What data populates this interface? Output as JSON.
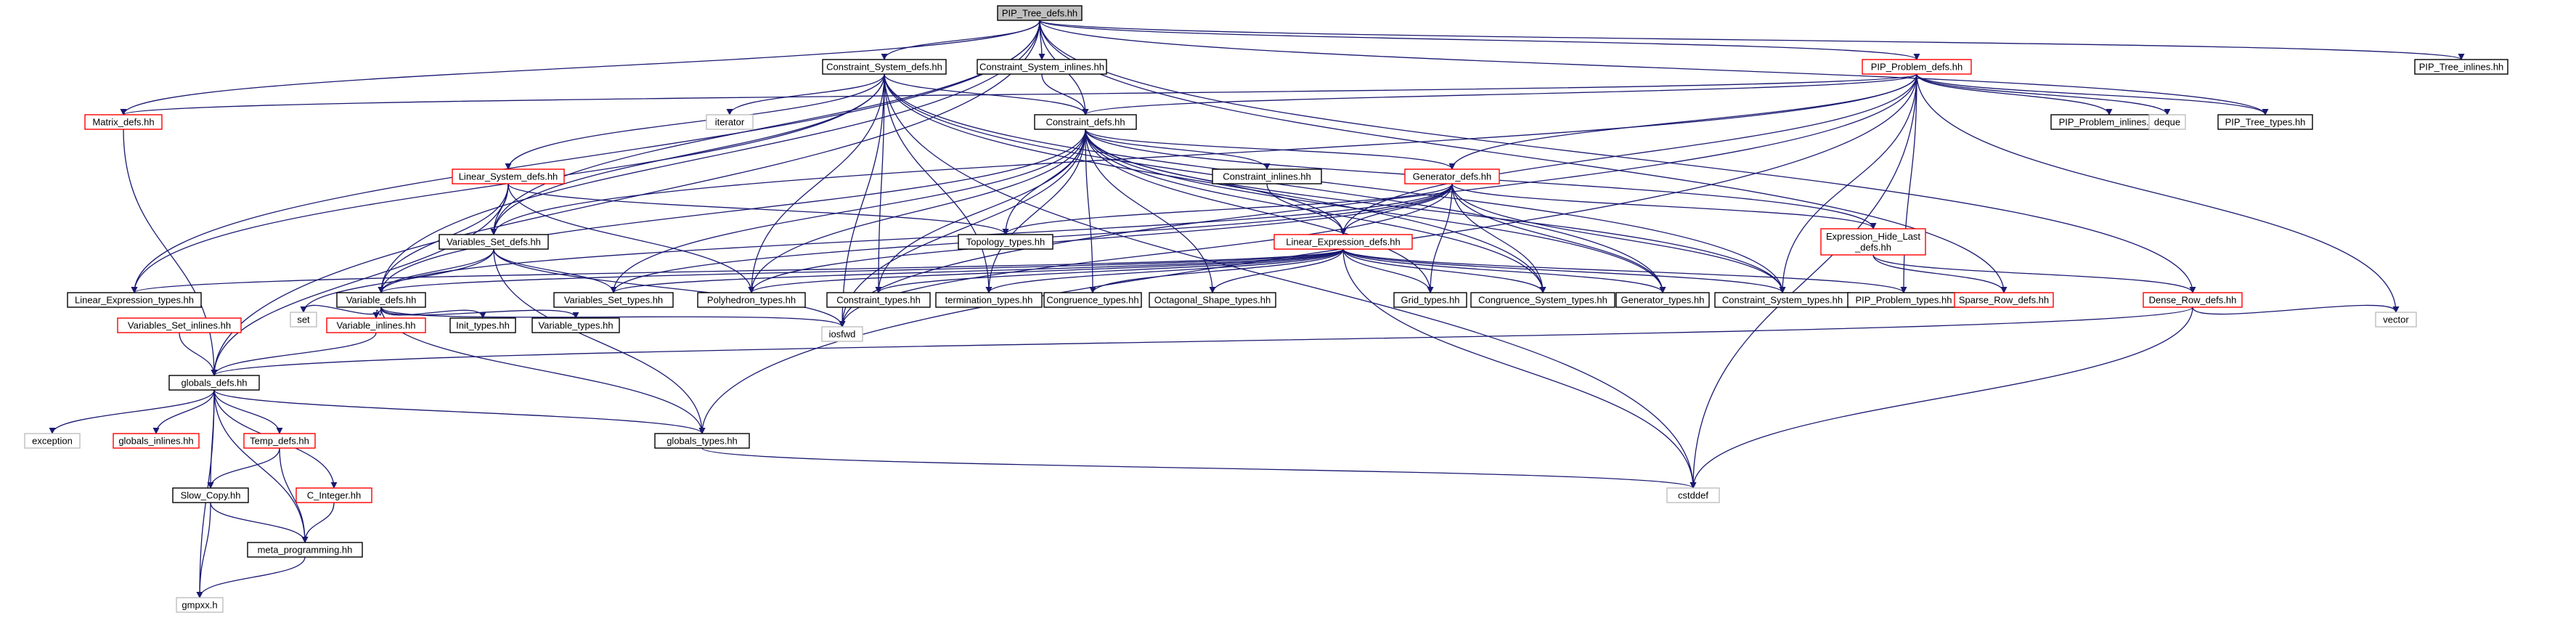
{
  "colors": {
    "edge": "#191970",
    "default_border": "#000000",
    "red_border": "#ff0000",
    "grey_border": "#bfbfbf",
    "root_fill": "#bfbfbf",
    "node_fill": "#ffffff"
  },
  "nodes": [
    {
      "id": "pip_tree_defs",
      "label": "PIP_Tree_defs.hh",
      "style": "root"
    },
    {
      "id": "constraint_system_defs",
      "label": "Constraint_System_defs.hh",
      "style": "default"
    },
    {
      "id": "constraint_system_inlines",
      "label": "Constraint_System_inlines.hh",
      "style": "default"
    },
    {
      "id": "pip_problem_defs",
      "label": "PIP_Problem_defs.hh",
      "style": "red"
    },
    {
      "id": "pip_tree_inlines",
      "label": "PIP_Tree_inlines.hh",
      "style": "default"
    },
    {
      "id": "matrix_defs",
      "label": "Matrix_defs.hh",
      "style": "red"
    },
    {
      "id": "iterator",
      "label": "iterator",
      "style": "grey"
    },
    {
      "id": "constraint_defs",
      "label": "Constraint_defs.hh",
      "style": "default"
    },
    {
      "id": "pip_problem_inlines",
      "label": "PIP_Problem_inlines.hh",
      "style": "default"
    },
    {
      "id": "deque",
      "label": "deque",
      "style": "grey"
    },
    {
      "id": "pip_tree_types",
      "label": "PIP_Tree_types.hh",
      "style": "default"
    },
    {
      "id": "linear_system_defs",
      "label": "Linear_System_defs.hh",
      "style": "red"
    },
    {
      "id": "constraint_inlines",
      "label": "Constraint_inlines.hh",
      "style": "default"
    },
    {
      "id": "generator_defs",
      "label": "Generator_defs.hh",
      "style": "red"
    },
    {
      "id": "topology_types",
      "label": "Topology_types.hh",
      "style": "default"
    },
    {
      "id": "variables_set_defs",
      "label": "Variables_Set_defs.hh",
      "style": "default"
    },
    {
      "id": "expression_hide_last_defs",
      "label": "Expression_Hide_Last\n_defs.hh",
      "style": "red"
    },
    {
      "id": "linear_expression_defs",
      "label": "Linear_Expression_defs.hh",
      "style": "red"
    },
    {
      "id": "linear_expression_types",
      "label": "Linear_Expression_types.hh",
      "style": "default"
    },
    {
      "id": "variable_defs",
      "label": "Variable_defs.hh",
      "style": "default"
    },
    {
      "id": "variables_set_types",
      "label": "Variables_Set_types.hh",
      "style": "default"
    },
    {
      "id": "polyhedron_types",
      "label": "Polyhedron_types.hh",
      "style": "default"
    },
    {
      "id": "constraint_types",
      "label": "Constraint_types.hh",
      "style": "default"
    },
    {
      "id": "termination_types",
      "label": "termination_types.hh",
      "style": "default"
    },
    {
      "id": "congruence_types",
      "label": "Congruence_types.hh",
      "style": "default"
    },
    {
      "id": "octagonal_shape_types",
      "label": "Octagonal_Shape_types.hh",
      "style": "default"
    },
    {
      "id": "grid_types",
      "label": "Grid_types.hh",
      "style": "default"
    },
    {
      "id": "congruence_system_types",
      "label": "Congruence_System_types.hh",
      "style": "default"
    },
    {
      "id": "generator_types",
      "label": "Generator_types.hh",
      "style": "default"
    },
    {
      "id": "constraint_system_types",
      "label": "Constraint_System_types.hh",
      "style": "default"
    },
    {
      "id": "pip_problem_types",
      "label": "PIP_Problem_types.hh",
      "style": "default"
    },
    {
      "id": "sparse_row_defs",
      "label": "Sparse_Row_defs.hh",
      "style": "red"
    },
    {
      "id": "dense_row_defs",
      "label": "Dense_Row_defs.hh",
      "style": "red"
    },
    {
      "id": "set",
      "label": "set",
      "style": "grey"
    },
    {
      "id": "variables_set_inlines",
      "label": "Variables_Set_inlines.hh",
      "style": "red"
    },
    {
      "id": "variable_inlines",
      "label": "Variable_inlines.hh",
      "style": "red"
    },
    {
      "id": "init_types",
      "label": "Init_types.hh",
      "style": "default"
    },
    {
      "id": "variable_types",
      "label": "Variable_types.hh",
      "style": "default"
    },
    {
      "id": "iosfwd",
      "label": "iosfwd",
      "style": "grey"
    },
    {
      "id": "vector",
      "label": "vector",
      "style": "grey"
    },
    {
      "id": "globals_defs",
      "label": "globals_defs.hh",
      "style": "default"
    },
    {
      "id": "exception",
      "label": "exception",
      "style": "grey"
    },
    {
      "id": "globals_inlines",
      "label": "globals_inlines.hh",
      "style": "red"
    },
    {
      "id": "temp_defs",
      "label": "Temp_defs.hh",
      "style": "red"
    },
    {
      "id": "globals_types",
      "label": "globals_types.hh",
      "style": "default"
    },
    {
      "id": "slow_copy",
      "label": "Slow_Copy.hh",
      "style": "default"
    },
    {
      "id": "c_integer",
      "label": "C_Integer.hh",
      "style": "red"
    },
    {
      "id": "cstddef",
      "label": "cstddef",
      "style": "grey"
    },
    {
      "id": "meta_programming",
      "label": "meta_programming.hh",
      "style": "default"
    },
    {
      "id": "gmpxx",
      "label": "gmpxx.h",
      "style": "grey"
    }
  ],
  "edges": [
    [
      "pip_tree_defs",
      "constraint_system_defs"
    ],
    [
      "pip_tree_defs",
      "constraint_system_inlines"
    ],
    [
      "pip_tree_defs",
      "pip_problem_defs"
    ],
    [
      "pip_tree_defs",
      "pip_tree_inlines"
    ],
    [
      "pip_tree_defs",
      "matrix_defs"
    ],
    [
      "pip_tree_defs",
      "constraint_defs"
    ],
    [
      "pip_tree_defs",
      "pip_tree_types"
    ],
    [
      "pip_tree_defs",
      "variables_set_defs"
    ],
    [
      "pip_tree_defs",
      "linear_expression_types"
    ],
    [
      "pip_tree_defs",
      "variable_defs"
    ],
    [
      "pip_tree_defs",
      "sparse_row_defs"
    ],
    [
      "pip_tree_defs",
      "dense_row_defs"
    ],
    [
      "pip_tree_defs",
      "globals_defs"
    ],
    [
      "constraint_system_defs",
      "iterator"
    ],
    [
      "constraint_system_defs",
      "constraint_defs"
    ],
    [
      "constraint_system_defs",
      "linear_system_defs"
    ],
    [
      "constraint_system_defs",
      "variables_set_defs"
    ],
    [
      "constraint_system_defs",
      "linear_expression_types"
    ],
    [
      "constraint_system_defs",
      "polyhedron_types"
    ],
    [
      "constraint_system_defs",
      "constraint_types"
    ],
    [
      "constraint_system_defs",
      "termination_types"
    ],
    [
      "constraint_system_defs",
      "constraint_system_types"
    ],
    [
      "constraint_system_defs",
      "generator_types"
    ],
    [
      "constraint_system_defs",
      "iosfwd"
    ],
    [
      "constraint_system_defs",
      "cstddef"
    ],
    [
      "constraint_system_defs",
      "congruence_system_types"
    ],
    [
      "constraint_system_inlines",
      "constraint_defs"
    ],
    [
      "pip_problem_defs",
      "matrix_defs"
    ],
    [
      "pip_problem_defs",
      "constraint_defs"
    ],
    [
      "pip_problem_defs",
      "pip_problem_inlines"
    ],
    [
      "pip_problem_defs",
      "deque"
    ],
    [
      "pip_problem_defs",
      "pip_tree_types"
    ],
    [
      "pip_problem_defs",
      "generator_defs"
    ],
    [
      "pip_problem_defs",
      "linear_expression_defs"
    ],
    [
      "pip_problem_defs",
      "variables_set_defs"
    ],
    [
      "pip_problem_defs",
      "constraint_system_types"
    ],
    [
      "pip_problem_defs",
      "pip_problem_types"
    ],
    [
      "pip_problem_defs",
      "iosfwd"
    ],
    [
      "pip_problem_defs",
      "vector"
    ],
    [
      "pip_problem_defs",
      "globals_types"
    ],
    [
      "pip_problem_defs",
      "cstddef"
    ],
    [
      "matrix_defs",
      "globals_defs"
    ],
    [
      "constraint_defs",
      "constraint_inlines"
    ],
    [
      "constraint_defs",
      "generator_defs"
    ],
    [
      "constraint_defs",
      "topology_types"
    ],
    [
      "constraint_defs",
      "expression_hide_last_defs"
    ],
    [
      "constraint_defs",
      "linear_expression_defs"
    ],
    [
      "constraint_defs",
      "variable_defs"
    ],
    [
      "constraint_defs",
      "variables_set_types"
    ],
    [
      "constraint_defs",
      "polyhedron_types"
    ],
    [
      "constraint_defs",
      "constraint_types"
    ],
    [
      "constraint_defs",
      "termination_types"
    ],
    [
      "constraint_defs",
      "congruence_types"
    ],
    [
      "constraint_defs",
      "octagonal_shape_types"
    ],
    [
      "constraint_defs",
      "grid_types"
    ],
    [
      "constraint_defs",
      "congruence_system_types"
    ],
    [
      "constraint_defs",
      "generator_types"
    ],
    [
      "constraint_defs",
      "constraint_system_types"
    ],
    [
      "constraint_defs",
      "iosfwd"
    ],
    [
      "linear_system_defs",
      "topology_types"
    ],
    [
      "linear_system_defs",
      "variables_set_defs"
    ],
    [
      "linear_system_defs",
      "variable_defs"
    ],
    [
      "linear_system_defs",
      "polyhedron_types"
    ],
    [
      "linear_system_defs",
      "globals_defs"
    ],
    [
      "constraint_inlines",
      "linear_expression_defs"
    ],
    [
      "generator_defs",
      "topology_types"
    ],
    [
      "generator_defs",
      "expression_hide_last_defs"
    ],
    [
      "generator_defs",
      "linear_expression_defs"
    ],
    [
      "generator_defs",
      "variable_defs"
    ],
    [
      "generator_defs",
      "variables_set_types"
    ],
    [
      "generator_defs",
      "polyhedron_types"
    ],
    [
      "generator_defs",
      "grid_types"
    ],
    [
      "generator_defs",
      "congruence_system_types"
    ],
    [
      "generator_defs",
      "generator_types"
    ],
    [
      "generator_defs",
      "constraint_system_types"
    ],
    [
      "generator_defs",
      "iosfwd"
    ],
    [
      "variables_set_defs",
      "variable_defs"
    ],
    [
      "variables_set_defs",
      "variables_set_types"
    ],
    [
      "variables_set_defs",
      "set"
    ],
    [
      "variables_set_defs",
      "iosfwd"
    ],
    [
      "variables_set_defs",
      "globals_types"
    ],
    [
      "expression_hide_last_defs",
      "sparse_row_defs"
    ],
    [
      "expression_hide_last_defs",
      "dense_row_defs"
    ],
    [
      "linear_expression_defs",
      "linear_expression_types"
    ],
    [
      "linear_expression_defs",
      "variable_defs"
    ],
    [
      "linear_expression_defs",
      "variables_set_types"
    ],
    [
      "linear_expression_defs",
      "polyhedron_types"
    ],
    [
      "linear_expression_defs",
      "constraint_types"
    ],
    [
      "linear_expression_defs",
      "termination_types"
    ],
    [
      "linear_expression_defs",
      "congruence_types"
    ],
    [
      "linear_expression_defs",
      "octagonal_shape_types"
    ],
    [
      "linear_expression_defs",
      "grid_types"
    ],
    [
      "linear_expression_defs",
      "congruence_system_types"
    ],
    [
      "linear_expression_defs",
      "generator_types"
    ],
    [
      "linear_expression_defs",
      "constraint_system_types"
    ],
    [
      "linear_expression_defs",
      "pip_problem_types"
    ],
    [
      "linear_expression_defs",
      "cstddef"
    ],
    [
      "variable_defs",
      "set"
    ],
    [
      "variable_defs",
      "variable_inlines"
    ],
    [
      "variable_defs",
      "init_types"
    ],
    [
      "variable_defs",
      "variable_types"
    ],
    [
      "variable_defs",
      "iosfwd"
    ],
    [
      "variable_defs",
      "globals_types"
    ],
    [
      "variables_set_inlines",
      "globals_defs"
    ],
    [
      "variable_inlines",
      "globals_defs"
    ],
    [
      "dense_row_defs",
      "vector"
    ],
    [
      "dense_row_defs",
      "globals_defs"
    ],
    [
      "dense_row_defs",
      "cstddef"
    ],
    [
      "globals_defs",
      "exception"
    ],
    [
      "globals_defs",
      "globals_inlines"
    ],
    [
      "globals_defs",
      "temp_defs"
    ],
    [
      "globals_defs",
      "globals_types"
    ],
    [
      "globals_defs",
      "slow_copy"
    ],
    [
      "globals_defs",
      "c_integer"
    ],
    [
      "globals_defs",
      "meta_programming"
    ],
    [
      "globals_defs",
      "gmpxx"
    ],
    [
      "temp_defs",
      "slow_copy"
    ],
    [
      "temp_defs",
      "meta_programming"
    ],
    [
      "c_integer",
      "meta_programming"
    ],
    [
      "slow_copy",
      "meta_programming"
    ],
    [
      "slow_copy",
      "gmpxx"
    ],
    [
      "meta_programming",
      "gmpxx"
    ],
    [
      "globals_types",
      "cstddef"
    ]
  ]
}
